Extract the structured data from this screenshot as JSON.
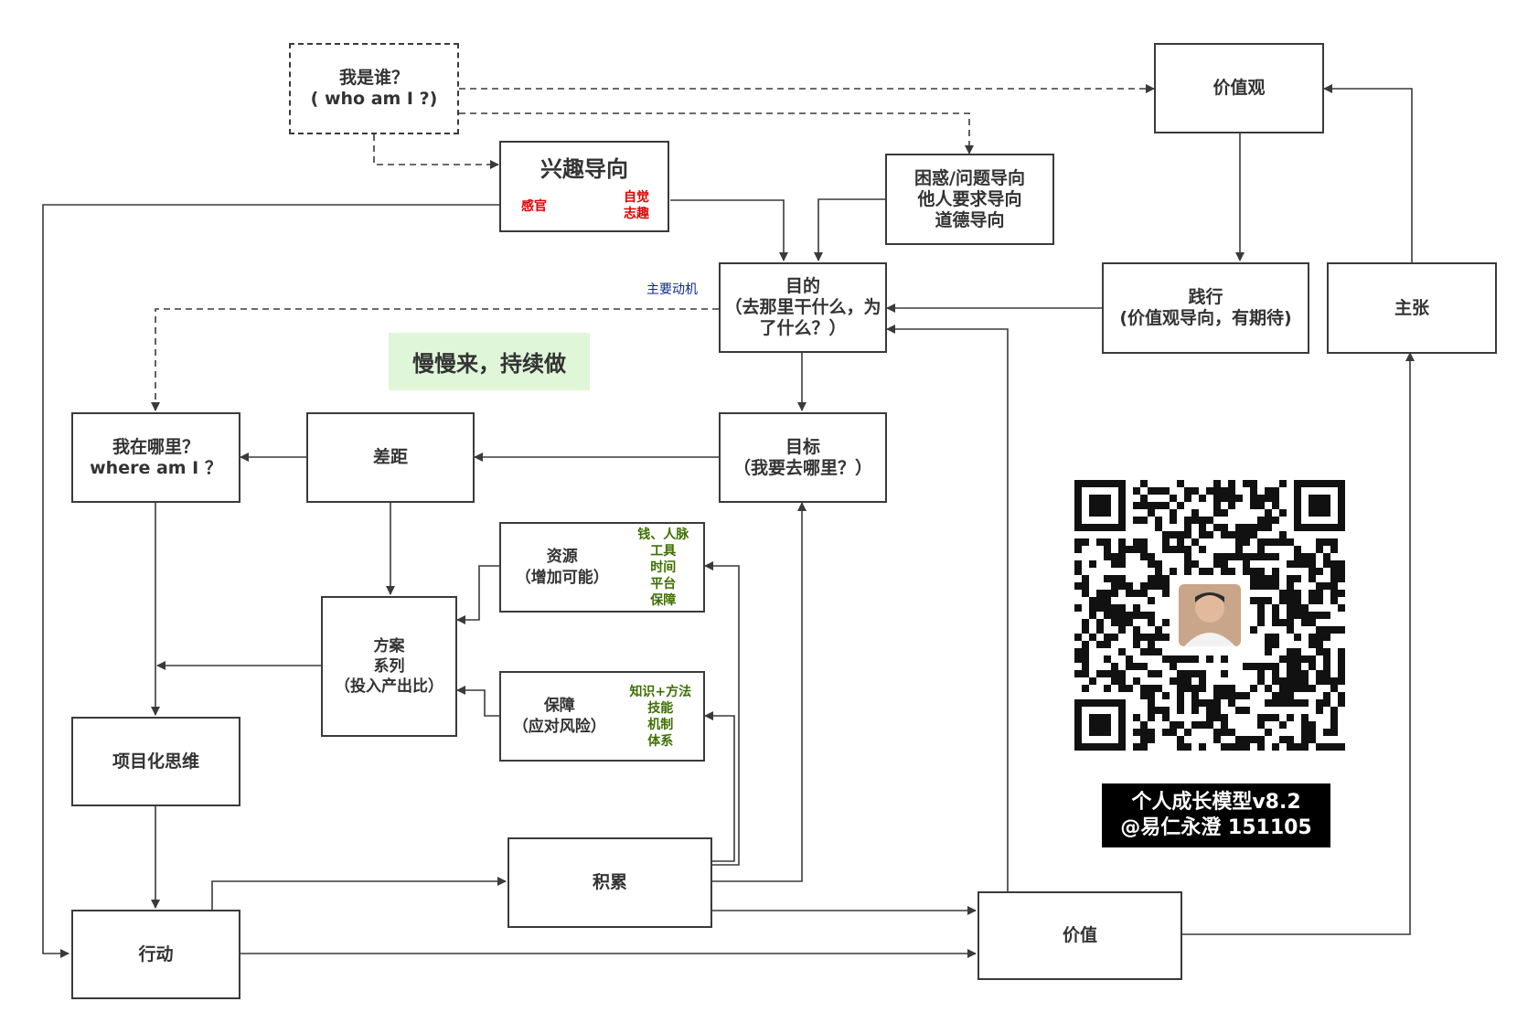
{
  "nodes": {
    "who_am_i": [
      "我是谁？",
      "( who am I ?)"
    ],
    "interest": {
      "title": "兴趣导向",
      "left": "感官",
      "right": [
        "自觉",
        "志趣"
      ]
    },
    "confusion": [
      "困惑/问题导向",
      "他人要求导向",
      "道德导向"
    ],
    "values": "价值观",
    "practice": [
      "践行",
      "(价值观导向，有期待)"
    ],
    "claim": "主张",
    "purpose": [
      "目的",
      "（去那里干什么，为",
      "了什么？）"
    ],
    "where_am_i": [
      "我在哪里？",
      "where am I ？"
    ],
    "gap": "差距",
    "target": [
      "目标",
      "（我要去哪里？）"
    ],
    "resources": {
      "title": [
        "资源",
        "（增加可能）"
      ],
      "items": [
        "钱、人脉",
        "工具",
        "时间",
        "平台",
        "保障"
      ]
    },
    "plan": [
      "方案",
      "系列",
      "（投入产出比）"
    ],
    "safeguard": {
      "title": [
        "保障",
        "（应对风险）"
      ],
      "items": [
        "知识+方法",
        "技能",
        "机制",
        "体系"
      ]
    },
    "project_thinking": "项目化思维",
    "accumulate": "积累",
    "action": "行动",
    "value": "价值"
  },
  "labels": {
    "main_motive": "主要动机",
    "slogan": "慢慢来，持续做"
  },
  "version": [
    "个人成长模型v8.2",
    "@易仁永澄 151105"
  ],
  "colors": {
    "line": "#3a3a3a",
    "red": "#e00000",
    "green": "#3d7000",
    "banner": "#dff7d8",
    "motive": "#0b2a8c"
  }
}
